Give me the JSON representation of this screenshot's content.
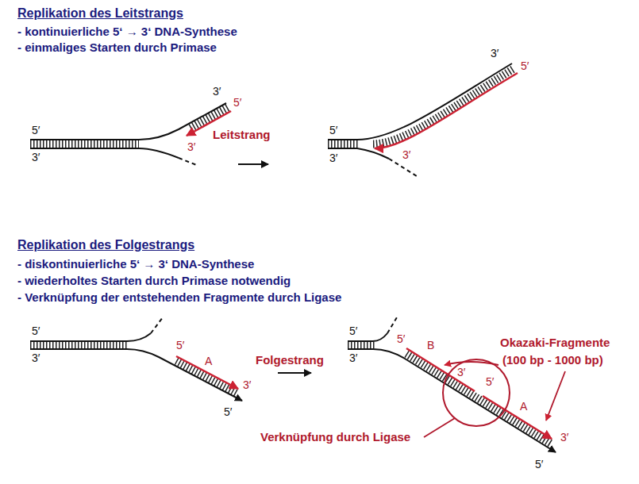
{
  "diagram": {
    "labels": [
      "Replikation des Leitstrangs",
      "- kontinuierliche 5‘ → 3‘ DNA-Synthese",
      "- einmaliges Starten durch Primase",
      "3′",
      "5′",
      "5′",
      "3′",
      "Leitstrang",
      "3′",
      "3′",
      "5′",
      "5′",
      "3′",
      "3′",
      "Replikation des Folgestrangs",
      "- diskontinuierliche 5‘ → 3‘ DNA-Synthese",
      "- wiederholtes Starten durch Primase notwendig",
      "- Verknüpfung der entstehenden Fragmente durch Ligase",
      "5′",
      "3′",
      "5′",
      "A",
      "Folgestrang",
      "3′",
      "5′",
      "5′",
      "3′",
      "5′",
      "B",
      "Okazaki-Fragmente",
      "(100 bp - 1000 bp)",
      "3′",
      "5′",
      "A",
      "3′",
      "5′",
      "Verknüpfung durch Ligase"
    ]
  }
}
